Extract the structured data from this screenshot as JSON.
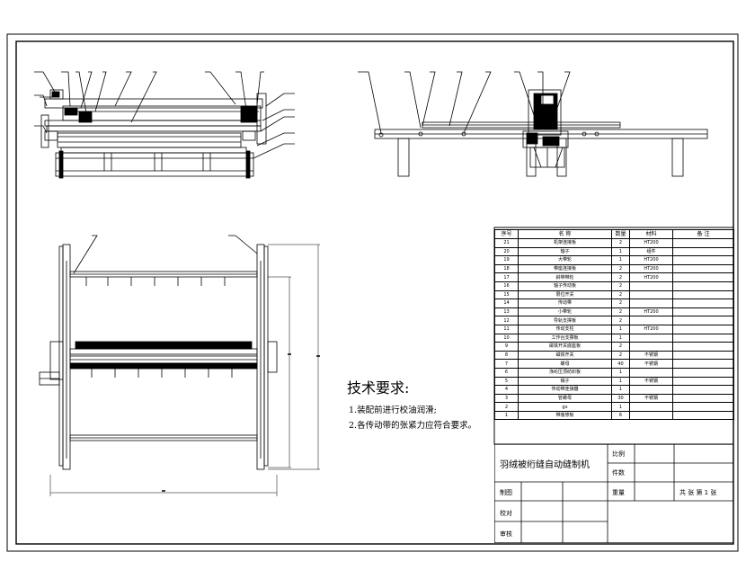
{
  "technical_requirements": {
    "title": "技术要求:",
    "items": [
      "1.装配前进行校油润滑;",
      "2.各传动带的张紧力应符合要求。"
    ]
  },
  "bom": {
    "headers": [
      "序号",
      "名 称",
      "数量",
      "材料",
      "备 注"
    ],
    "rows": [
      [
        "21",
        "机架连接板",
        "2",
        "HT200",
        ""
      ],
      [
        "20",
        "轴子",
        "1",
        "组件",
        ""
      ],
      [
        "19",
        "大带轮",
        "1",
        "HT200",
        ""
      ],
      [
        "18",
        "带座连接板",
        "2",
        "HT200",
        ""
      ],
      [
        "17",
        "斜带带轮",
        "2",
        "HT200",
        ""
      ],
      [
        "16",
        "轴子传动板",
        "2",
        "",
        ""
      ],
      [
        "15",
        "限位开关",
        "2",
        "",
        ""
      ],
      [
        "14",
        "传动带",
        "2",
        "",
        ""
      ],
      [
        "13",
        "小带轮",
        "2",
        "HT200",
        ""
      ],
      [
        "12",
        "导轨支撑板",
        "2",
        "",
        ""
      ],
      [
        "11",
        "传动支柱",
        "1",
        "HT200",
        ""
      ],
      [
        "10",
        "工作台支撑板",
        "1",
        "",
        ""
      ],
      [
        "9",
        "磁铁开关底座板",
        "2",
        "",
        ""
      ],
      [
        "8",
        "磁铁开关",
        "2",
        "不锈钢",
        ""
      ],
      [
        "7",
        "螺母",
        "40",
        "不锈钢",
        ""
      ],
      [
        "6",
        "涤纶压顶纺织板",
        "1",
        "",
        ""
      ],
      [
        "5",
        "销子",
        "1",
        "不锈钢",
        ""
      ],
      [
        "4",
        "传动带连接器",
        "1",
        "",
        ""
      ],
      [
        "3",
        "管螺母",
        "30",
        "不锈钢",
        ""
      ],
      [
        "2",
        "gx",
        "1",
        "",
        ""
      ],
      [
        "1",
        "带装修板",
        "6",
        "",
        ""
      ]
    ]
  },
  "title_block": {
    "drawing_name": "羽绒被绗缝自动缝制机",
    "scale_label": "比例",
    "quantity_label": "件数",
    "weight_label": "重量",
    "sheets_label": "共 张  第 1 张",
    "drawn_label": "制图",
    "checked_label": "校对",
    "approved_label": "审核"
  }
}
